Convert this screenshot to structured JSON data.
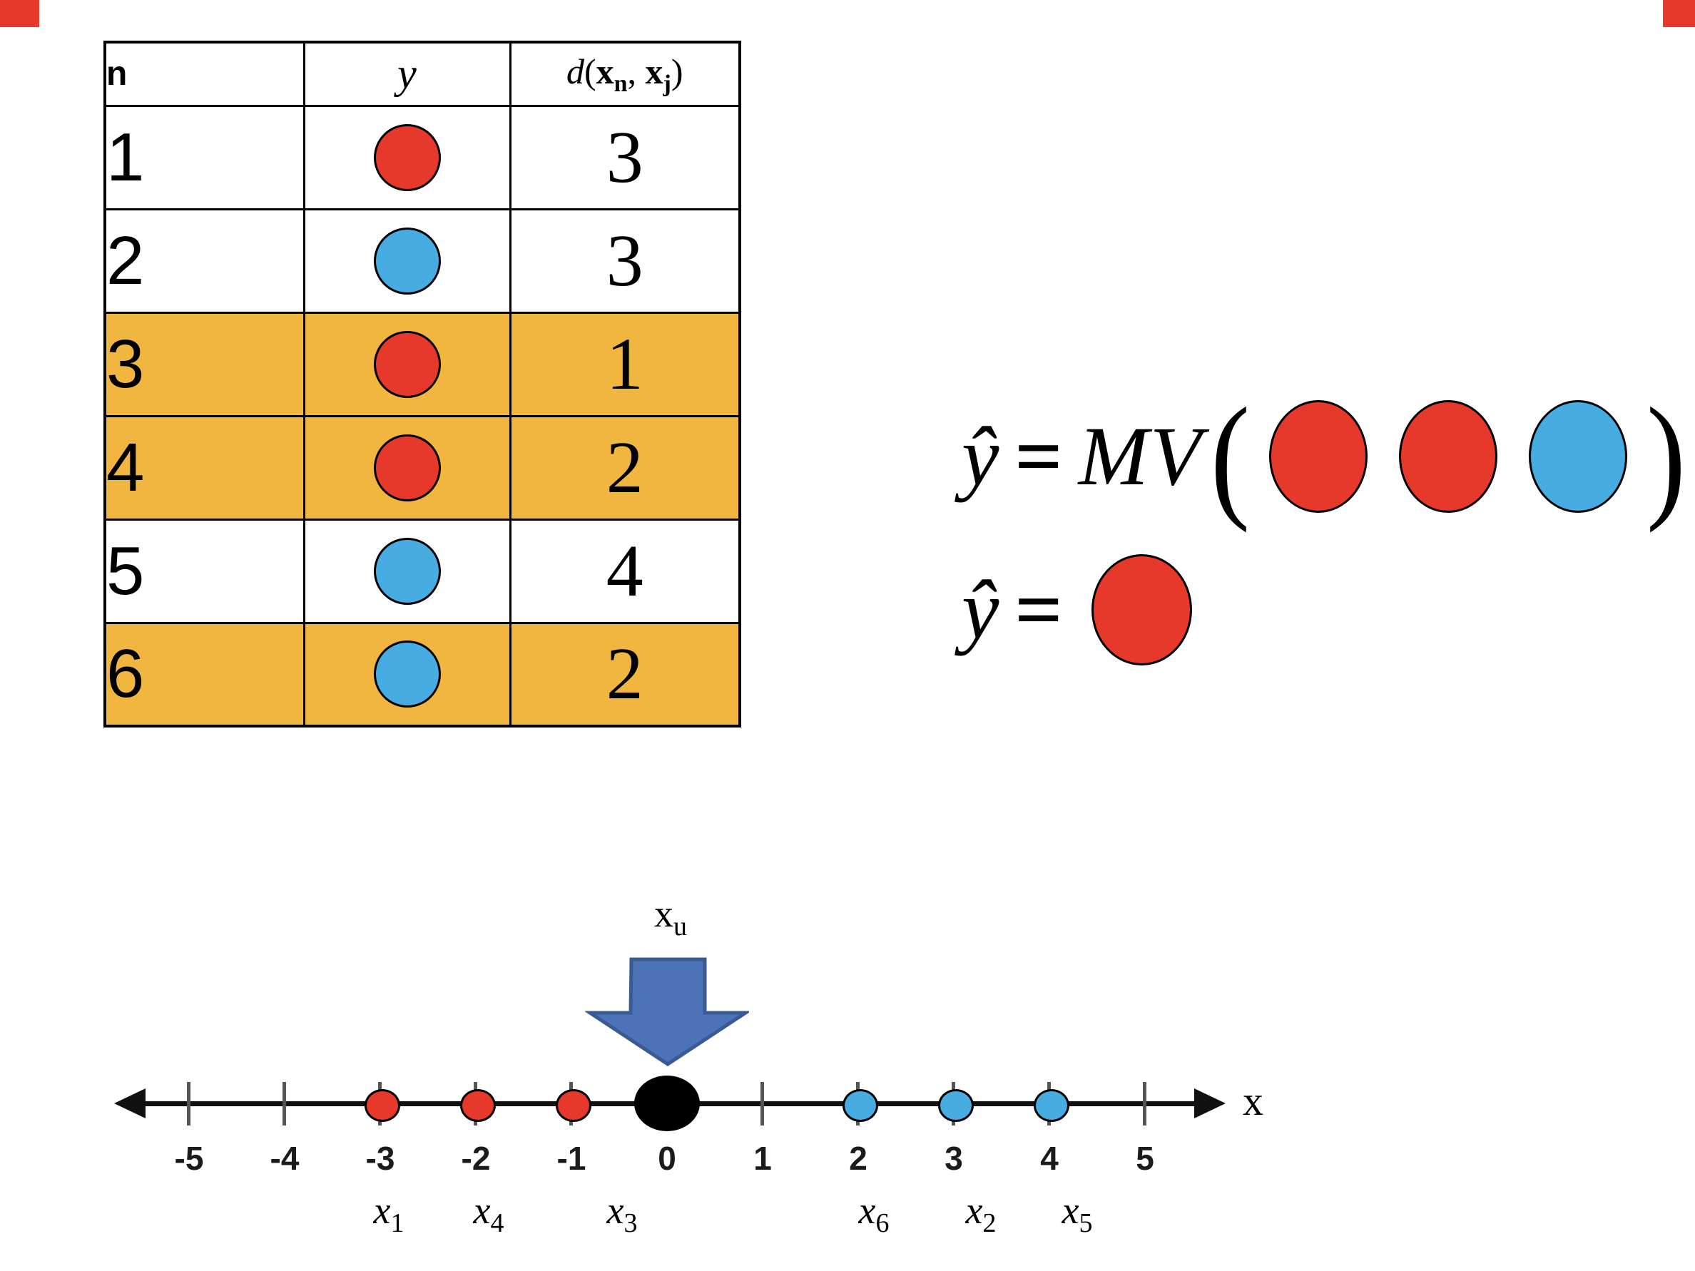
{
  "table": {
    "header": {
      "n": "n",
      "y": "y",
      "d_func": "d",
      "d_open": "(",
      "d_x1": "x",
      "d_sub1": "n",
      "d_comma": ",",
      "d_x2": "x",
      "d_sub2": "j",
      "d_close": ")"
    },
    "rows": [
      {
        "n": "1",
        "dot": "red",
        "d": "3",
        "highlight": "false"
      },
      {
        "n": "2",
        "dot": "blue",
        "d": "3",
        "highlight": "false"
      },
      {
        "n": "3",
        "dot": "red",
        "d": "1",
        "highlight": "true"
      },
      {
        "n": "4",
        "dot": "red",
        "d": "2",
        "highlight": "true"
      },
      {
        "n": "5",
        "dot": "blue",
        "d": "4",
        "highlight": "false"
      },
      {
        "n": "6",
        "dot": "blue",
        "d": "2",
        "highlight": "true"
      }
    ]
  },
  "formulas": {
    "majority_vote": {
      "lhs": "ŷ",
      "equals": "=",
      "function": "MV",
      "open_paren": "(",
      "args": [
        "red",
        "red",
        "blue"
      ],
      "close_paren": ")"
    },
    "prediction": {
      "lhs": "ŷ",
      "equals": "=",
      "result": "red"
    }
  },
  "number_line": {
    "axis_label": "x",
    "tick_labels": [
      "-5",
      "-4",
      "-3",
      "-2",
      "-1",
      "0",
      "1",
      "2",
      "3",
      "4",
      "5"
    ],
    "points": [
      {
        "x": -3,
        "color": "red",
        "label_base": "x",
        "label_sub": "1"
      },
      {
        "x": -2,
        "color": "red",
        "label_base": "x",
        "label_sub": "4"
      },
      {
        "x": -1,
        "color": "red",
        "label_base": "x",
        "label_sub": "3"
      },
      {
        "x": 2,
        "color": "blue",
        "label_base": "x",
        "label_sub": "6"
      },
      {
        "x": 3,
        "color": "blue",
        "label_base": "x",
        "label_sub": "2"
      },
      {
        "x": 4,
        "color": "blue",
        "label_base": "x",
        "label_sub": "5"
      }
    ],
    "query": {
      "x": 0,
      "color": "black",
      "label_base": "x",
      "label_sub": "u"
    }
  },
  "colors": {
    "red": "#E6392B",
    "blue": "#47ACE2",
    "highlight": "#F0B63F",
    "arrow_fill": "#4C72B8",
    "arrow_stroke": "#3A5A94"
  }
}
